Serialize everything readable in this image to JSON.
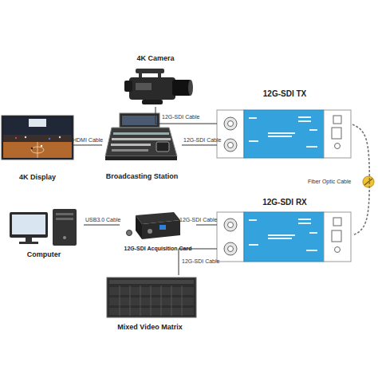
{
  "diagram": {
    "nodes": [
      {
        "text": [
          "4K Camera"
        ]
      },
      {
        "text": [
          "12G-SDI TX"
        ]
      },
      {
        "text": [
          "4K Display"
        ]
      },
      {
        "text": [
          "Broadcasting Station"
        ]
      },
      {
        "text": [
          "12G-SDI RX"
        ]
      },
      {
        "text": [
          "Computer"
        ]
      },
      {
        "text": [
          "12G-SDI Acquisition Card"
        ]
      },
      {
        "text": [
          "Mixed Video Matrix"
        ]
      }
    ],
    "edges": [
      {
        "from": 0,
        "to": 1,
        "arrow": "none",
        "label": "12G-SDI Cable"
      },
      {
        "from": 3,
        "to": 1,
        "arrow": "none",
        "label": "12G-SDI Cable"
      },
      {
        "from": 3,
        "to": 2,
        "arrow": "none",
        "label": "HDMI Cable"
      },
      {
        "from": 1,
        "to": 4,
        "arrow": "none",
        "label": "Fiber Optic Cable"
      },
      {
        "from": 4,
        "to": 6,
        "arrow": "none",
        "label": "12G-SDI Cable"
      },
      {
        "from": 6,
        "to": 5,
        "arrow": "none",
        "label": "USB3.0 Cable"
      },
      {
        "from": 4,
        "to": 7,
        "arrow": "none",
        "label": "12G-SDI Cable"
      }
    ]
  }
}
